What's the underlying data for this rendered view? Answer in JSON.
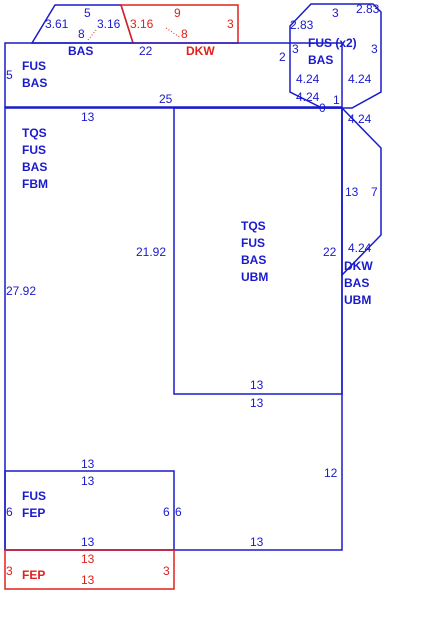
{
  "colors": {
    "blue": "#1a1acc",
    "red": "#e0201c"
  },
  "shapes": {
    "trap_bas": {
      "labels": [
        "BAS"
      ],
      "dims": {
        "top": "5",
        "left": "3.61",
        "right": "3.16",
        "inner": "8"
      }
    },
    "trap_dkw": {
      "labels": [
        "DKW"
      ],
      "dims": {
        "left": "3.16",
        "top": "9",
        "right": "3",
        "inner": "8"
      }
    },
    "band": {
      "labels": [
        "FUS",
        "BAS"
      ],
      "dims": {
        "left": "5",
        "top_mid": "22",
        "right": "2",
        "bottom": "25"
      }
    },
    "octagon": {
      "labels": [
        "FUS (x2)",
        "BAS"
      ],
      "dims": {
        "top_left": "2.83",
        "top": "3",
        "top_right": "2.83",
        "left": "3",
        "right": "3",
        "bottom_left": "4.24",
        "bottom_right": "4.24",
        "bottom": "4.24",
        "corner_a": "1",
        "corner_b": "0"
      }
    },
    "main_left": {
      "labels": [
        "TQS",
        "FUS",
        "BAS",
        "FBM"
      ],
      "dims": {
        "top": "13",
        "left": "27.92",
        "inner": "21.92",
        "bottom": "13"
      }
    },
    "inner_right": {
      "labels": [
        "TQS",
        "FUS",
        "BAS",
        "UBM"
      ],
      "dims": {
        "right": "22",
        "bottom": "13"
      }
    },
    "lower_right": {
      "dims": {
        "top": "13",
        "right": "12",
        "bottom": "13"
      }
    },
    "side_dkw": {
      "labels": [
        "DKW",
        "BAS",
        "UBM"
      ],
      "dims": {
        "top": "4.24",
        "left": "13",
        "right": "7",
        "bottom": "4.24"
      }
    },
    "fus_fep": {
      "labels": [
        "FUS",
        "FEP"
      ],
      "dims": {
        "top": "13",
        "left": "6",
        "right": "6",
        "bottom": "13",
        "outer_right": "6"
      }
    },
    "fep_red": {
      "labels": [
        "FEP"
      ],
      "dims": {
        "top": "13",
        "left": "3",
        "right": "3",
        "bottom": "13"
      }
    }
  }
}
